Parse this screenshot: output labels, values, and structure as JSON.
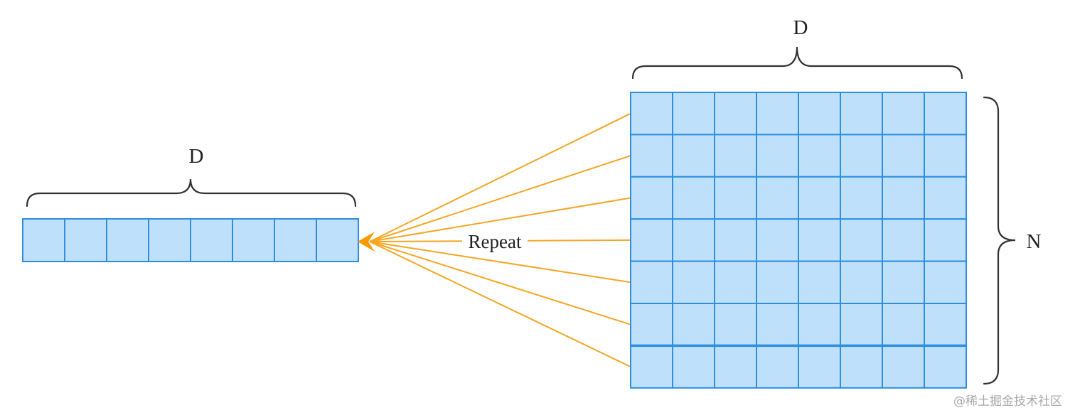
{
  "diagram": {
    "vector": {
      "cells": 8,
      "dim_label": "D"
    },
    "matrix": {
      "rows": 7,
      "cols": 8,
      "col_label": "D",
      "row_label": "N"
    },
    "arrow_label": "Repeat",
    "colors": {
      "cell_fill": "#bfe0fb",
      "cell_stroke": "#2d8fe0",
      "arrow": "#f5a623",
      "arrowhead": "#f59a00",
      "brace": "#333333"
    }
  },
  "watermark": "@稀土掘金技术社区"
}
